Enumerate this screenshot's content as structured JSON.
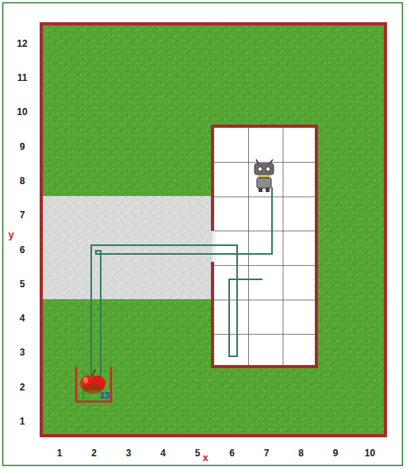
{
  "diagram": {
    "labels": [
      "12",
      "11",
      "10",
      "9",
      "8",
      "7",
      "6",
      "5",
      "4",
      "3",
      "2",
      "1",
      "1",
      "2",
      "3",
      "4",
      "5",
      "6",
      "7",
      "8",
      "9",
      "10",
      "x",
      "y",
      "1",
      "13"
    ]
  }
}
